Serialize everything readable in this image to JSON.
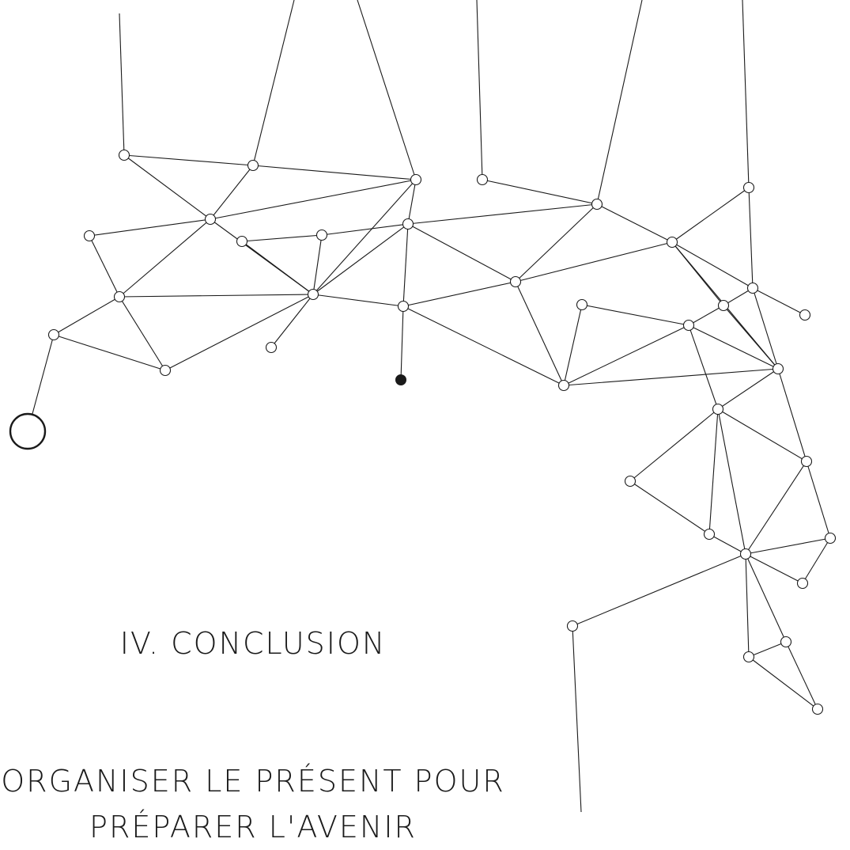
{
  "section": {
    "heading": "IV. CONCLUSION",
    "subtitle_line1": "ORGANISER LE PRÉSENT POUR",
    "subtitle_line2": "PRÉPARER L'AVENIR"
  },
  "style": {
    "line_color": "#1a1a1a",
    "background": "#ffffff"
  }
}
